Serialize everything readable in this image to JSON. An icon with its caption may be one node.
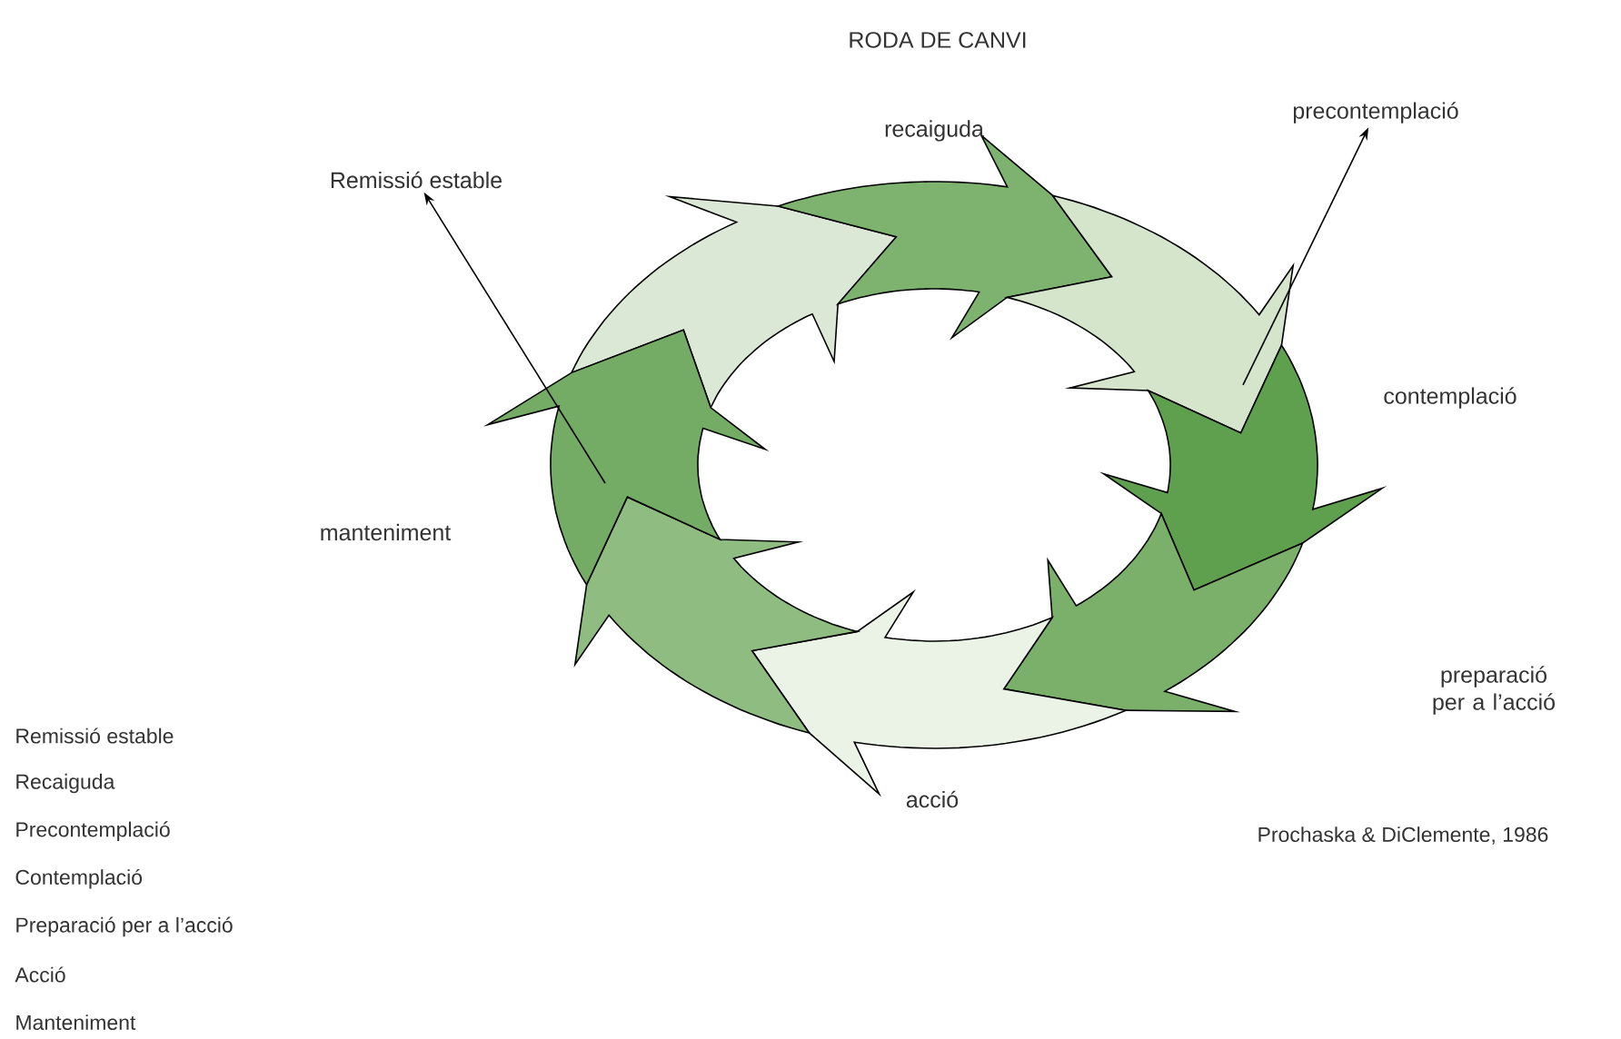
{
  "diagram": {
    "title": "RODA DE CANVI",
    "nodes": [
      {
        "text": [],
        "shape": "ring"
      },
      {
        "text": [
          "Remissió estable"
        ]
      },
      {
        "text": [
          "precontemplació"
        ]
      }
    ],
    "edges": [
      {
        "from": 0,
        "to": 1,
        "arrow": "to"
      },
      {
        "from": 0,
        "to": 2,
        "arrow": "to"
      }
    ],
    "labels": [
      "recaiguda",
      "contemplació",
      "preparació per a l’acció",
      "acció",
      "manteniment",
      "Remissió estable",
      "Recaiguda",
      "Precontemplació",
      "Contemplació",
      "Preparació per a l’acció",
      "Acció",
      "Manteniment",
      "Prochaska & DiClemente, 1986"
    ]
  }
}
